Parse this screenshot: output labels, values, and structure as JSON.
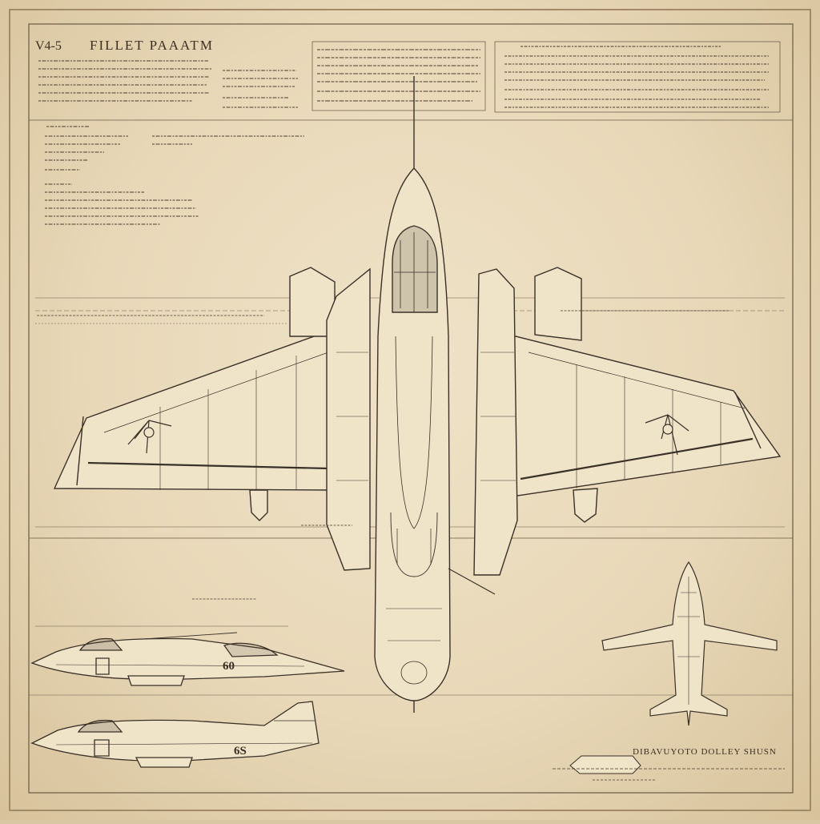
{
  "header": {
    "sheet_code": "V4-5",
    "title": "FILLET PAAATM"
  },
  "bottom_right_title": "DIBAVUYOTO DOLLEY SHUSN",
  "side_view_numbers": {
    "upper": "60",
    "lower": "6S"
  },
  "colors": {
    "paper": "#e8d8b8",
    "ink": "#3a3128",
    "border": "#6b5a44"
  }
}
